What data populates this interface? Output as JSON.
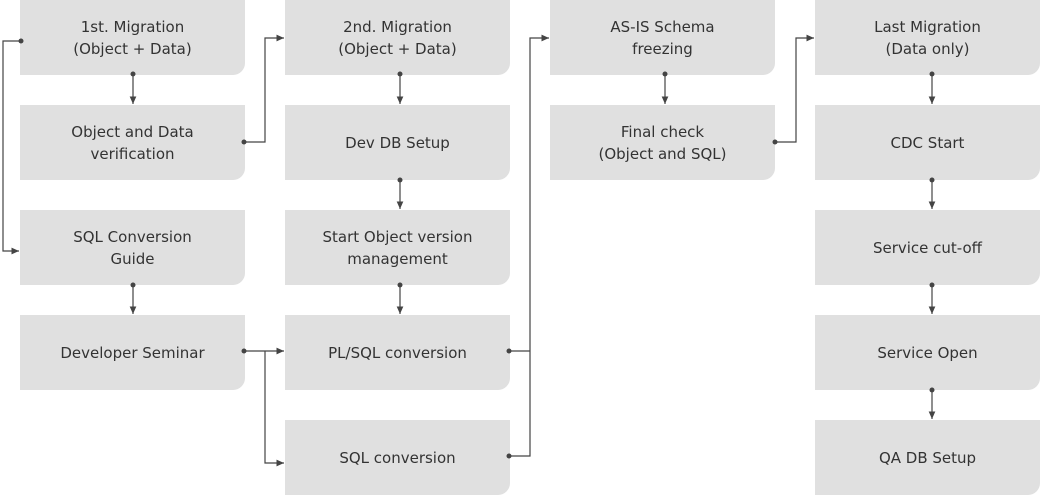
{
  "nodes": {
    "first_migration": "1st. Migration\n(Object + Data)",
    "object_data_verification": "Object and Data\nverification",
    "sql_conversion_guide": "SQL Conversion\nGuide",
    "developer_seminar": "Developer Seminar",
    "second_migration": "2nd. Migration\n(Object + Data)",
    "dev_db_setup": "Dev DB Setup",
    "start_object_version_management": "Start Object version\nmanagement",
    "plsql_conversion": "PL/SQL conversion",
    "sql_conversion": "SQL conversion",
    "asis_schema_freezing": "AS-IS Schema\nfreezing",
    "final_check": "Final check\n(Object and SQL)",
    "last_migration": "Last Migration\n(Data only)",
    "cdc_start": "CDC Start",
    "service_cutoff": "Service cut-off",
    "service_open": "Service Open",
    "qa_db_setup": "QA DB Setup"
  },
  "colors": {
    "box_fill": "#e0e0e0",
    "text": "#333333",
    "connector": "#444444"
  }
}
